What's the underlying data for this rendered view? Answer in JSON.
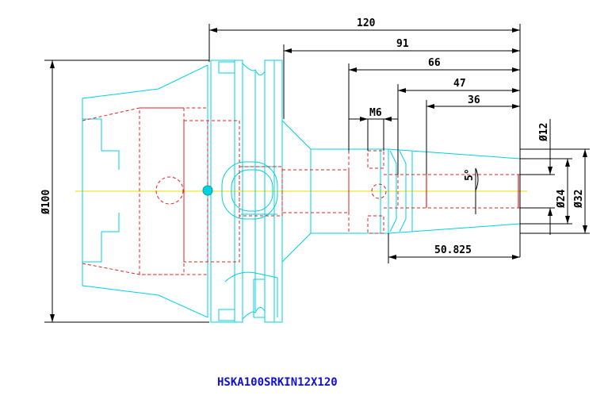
{
  "drawing": {
    "part_number": "HSKA100SRKIN12X120",
    "colors": {
      "outline": "#00d0e0",
      "hidden_lines": "#e02020",
      "dimensions": "#000000",
      "centerline": "#e8e000",
      "caption": "#1010d0"
    },
    "dimensions": {
      "overall_length": "120",
      "length_91": "91",
      "length_66": "66",
      "length_47": "47",
      "length_36": "36",
      "thread": "M6",
      "gauge_length": "50.825",
      "taper_angle": "5°",
      "flange_diameter": "Ø100",
      "bore_diameter": "Ø12",
      "tip_diameter": "Ø24",
      "nose_diameter": "Ø32"
    }
  }
}
